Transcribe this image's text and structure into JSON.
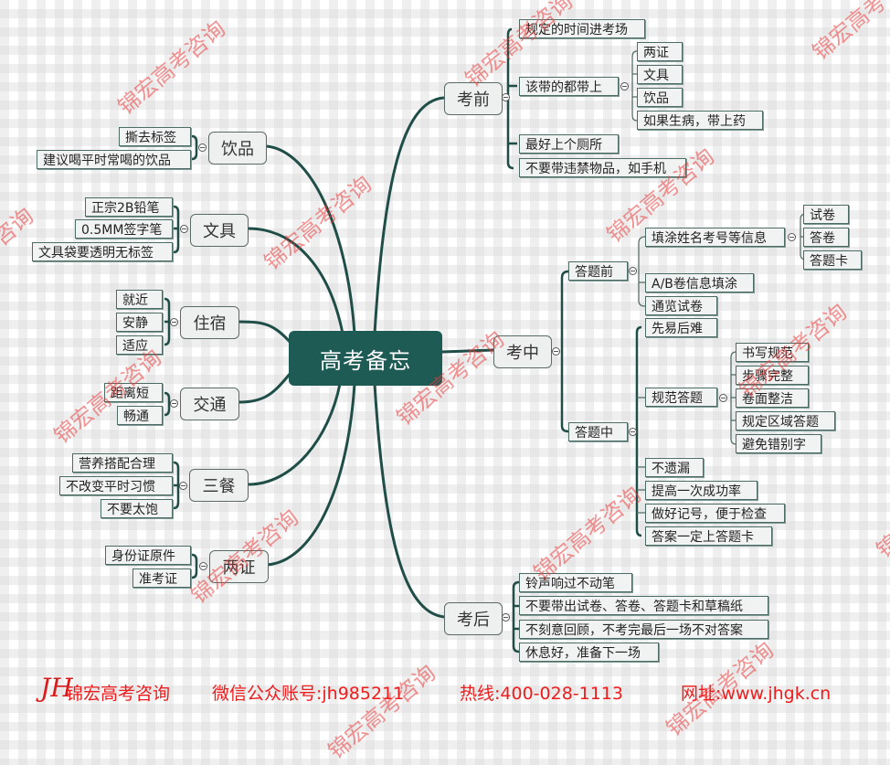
{
  "root": {
    "label": "高考备忘"
  },
  "colors": {
    "root_bg": "#1f5b55",
    "link": "#1f4d47",
    "watermark": "#eb3c3c",
    "footer": "#ee1c1c"
  },
  "left_branches": [
    {
      "label": "饮品",
      "children": [
        "撕去标签",
        "建议喝平时常喝的饮品"
      ]
    },
    {
      "label": "文具",
      "children": [
        "正宗2B铅笔",
        "0.5MM签字笔",
        "文具袋要透明无标签"
      ]
    },
    {
      "label": "住宿",
      "children": [
        "就近",
        "安静",
        "适应"
      ]
    },
    {
      "label": "交通",
      "children": [
        "距离短",
        "畅通"
      ]
    },
    {
      "label": "三餐",
      "children": [
        "营养搭配合理",
        "不改变平时习惯",
        "不要太饱"
      ]
    },
    {
      "label": "两证",
      "children": [
        "身份证原件",
        "准考证"
      ]
    }
  ],
  "right_branches": {
    "before": {
      "label": "考前",
      "children": [
        {
          "label": "规定的时间进考场"
        },
        {
          "label": "该带的都带上",
          "children": [
            "两证",
            "文具",
            "饮品",
            "如果生病，带上药"
          ]
        },
        {
          "label": "最好上个厕所"
        },
        {
          "label": "不要带违禁物品，如手机"
        }
      ]
    },
    "during": {
      "label": "考中",
      "children": [
        {
          "label": "答题前",
          "children": [
            {
              "label": "填涂姓名考号等信息",
              "children": [
                "试卷",
                "答卷",
                "答题卡"
              ]
            },
            {
              "label": "A/B卷信息填涂"
            },
            {
              "label": "通览试卷"
            }
          ]
        },
        {
          "label": "答题中",
          "children": [
            {
              "label": "先易后难"
            },
            {
              "label": "规范答题",
              "children": [
                "书写规范",
                "步骤完整",
                "卷面整洁",
                "规定区域答题",
                "避免错别字"
              ]
            },
            {
              "label": "不遗漏"
            },
            {
              "label": "提高一次成功率"
            },
            {
              "label": "做好记号，便于检查"
            },
            {
              "label": "答案一定上答题卡"
            }
          ]
        }
      ]
    },
    "after": {
      "label": "考后",
      "children": [
        {
          "label": "铃声响过不动笔"
        },
        {
          "label": "不要带出试卷、答卷、答题卡和草稿纸"
        },
        {
          "label": "不刻意回顾，不考完最后一场不对答案"
        },
        {
          "label": "休息好，准备下一场"
        }
      ]
    }
  },
  "watermark_text": "锦宏高考咨询",
  "footer": {
    "logo_glyph": "JH",
    "brand": "锦宏高考咨询",
    "wechat": "微信公众账号:jh985211",
    "hotline": "热线:400-028-1113",
    "website": "网址:www.jhgk.cn"
  }
}
